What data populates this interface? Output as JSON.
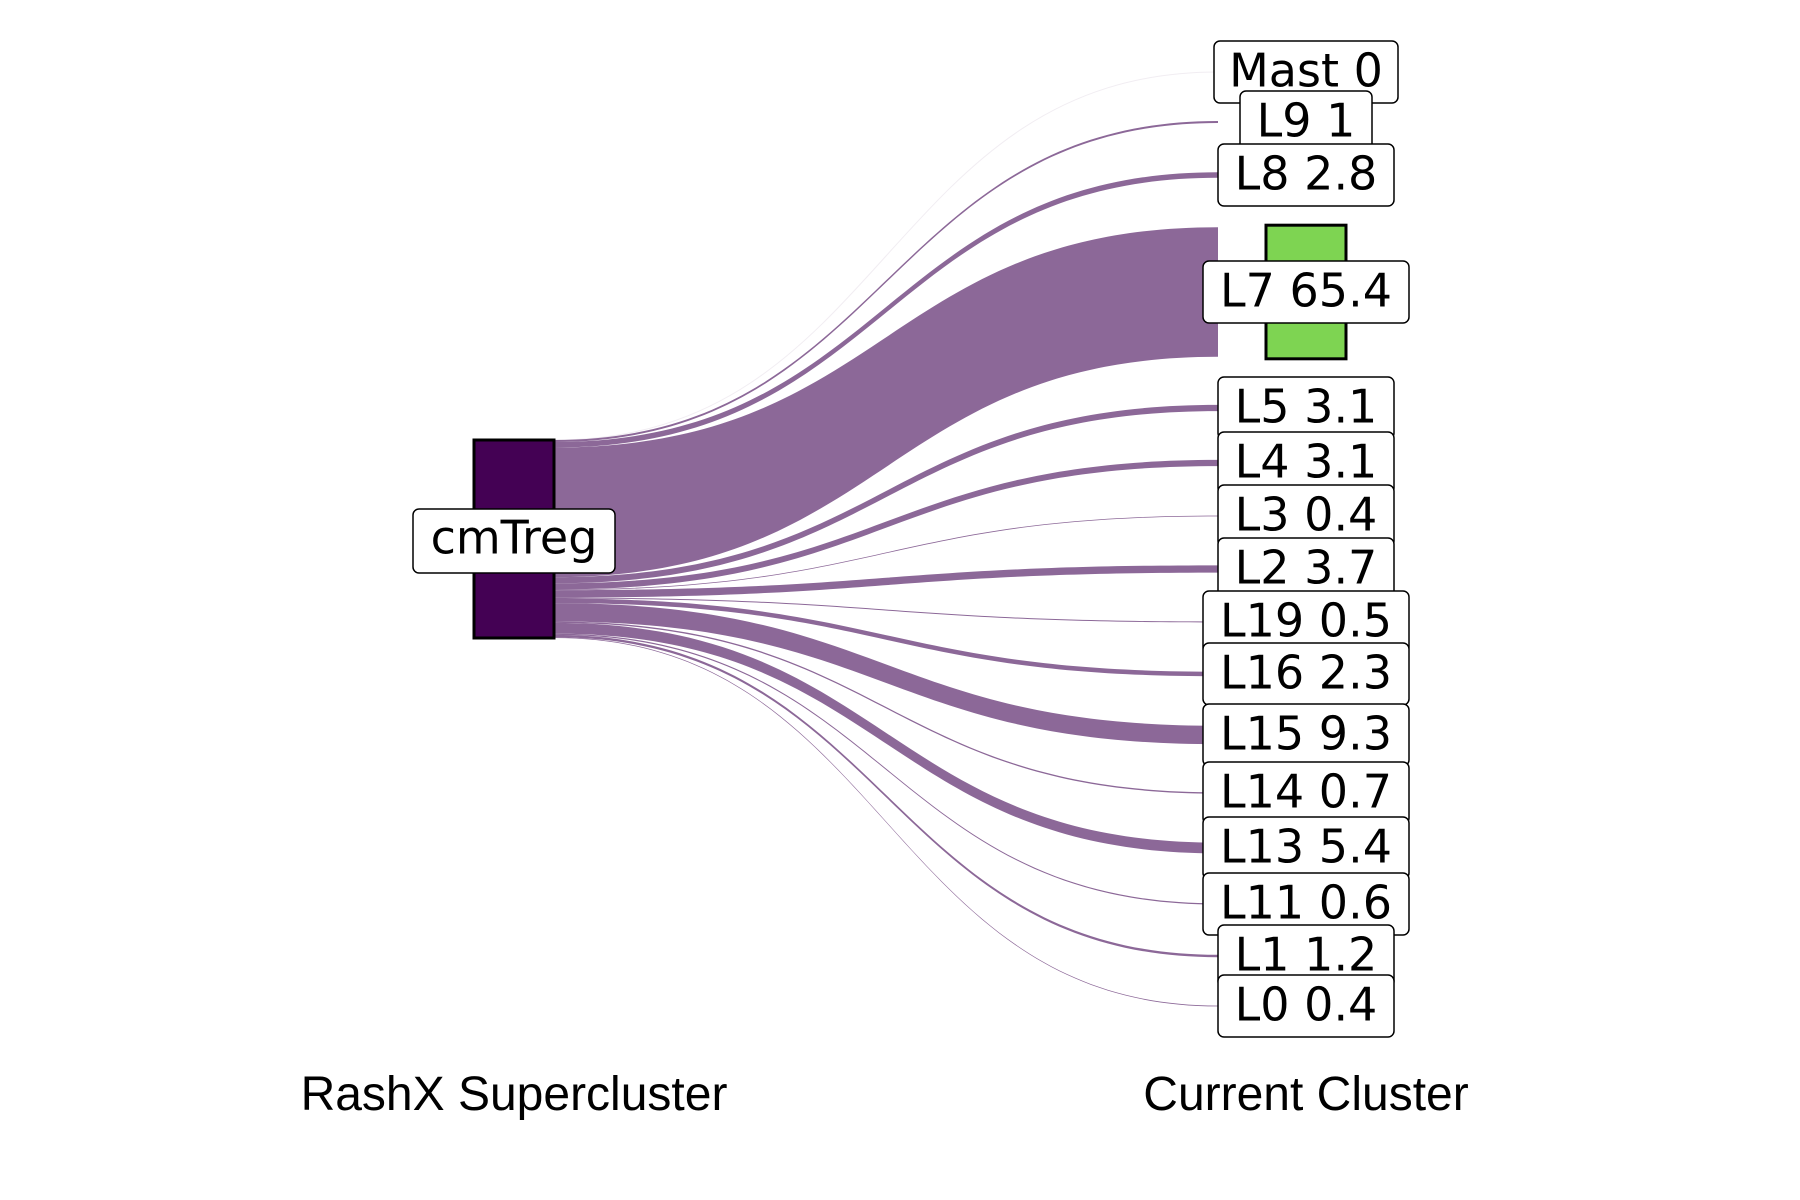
{
  "source": {
    "label": "cmTreg",
    "color": "#440154"
  },
  "flow_color": "#8c6898",
  "highlight_color": "#7ed452",
  "axis_labels": {
    "left": "RashX Supercluster",
    "right": "Current Cluster"
  },
  "targets": [
    {
      "name": "Mast",
      "value": 0,
      "label": "Mast 0"
    },
    {
      "name": "L9",
      "value": 1,
      "label": "L9 1"
    },
    {
      "name": "L8",
      "value": 2.8,
      "label": "L8 2.8"
    },
    {
      "name": "L7",
      "value": 65.4,
      "label": "L7 65.4",
      "highlight": true
    },
    {
      "name": "L5",
      "value": 3.1,
      "label": "L5 3.1"
    },
    {
      "name": "L4",
      "value": 3.1,
      "label": "L4 3.1"
    },
    {
      "name": "L3",
      "value": 0.4,
      "label": "L3 0.4"
    },
    {
      "name": "L2",
      "value": 3.7,
      "label": "L2 3.7"
    },
    {
      "name": "L19",
      "value": 0.5,
      "label": "L19 0.5"
    },
    {
      "name": "L16",
      "value": 2.3,
      "label": "L16 2.3"
    },
    {
      "name": "L15",
      "value": 9.3,
      "label": "L15 9.3"
    },
    {
      "name": "L14",
      "value": 0.7,
      "label": "L14 0.7"
    },
    {
      "name": "L13",
      "value": 5.4,
      "label": "L13 5.4"
    },
    {
      "name": "L11",
      "value": 0.6,
      "label": "L11 0.6"
    },
    {
      "name": "L1",
      "value": 1.2,
      "label": "L1 1.2"
    },
    {
      "name": "L0",
      "value": 0.4,
      "label": "L0 0.4"
    }
  ]
}
